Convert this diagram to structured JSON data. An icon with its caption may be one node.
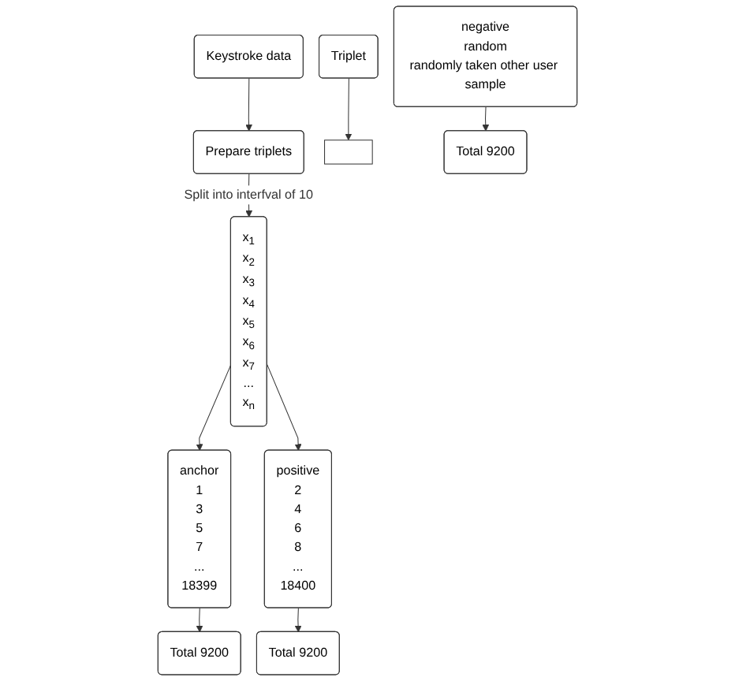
{
  "diagram": {
    "nodes": [
      {
        "text": [
          "Keystroke data"
        ]
      },
      {
        "text": [
          "Prepare triplets"
        ]
      },
      {
        "text": [
          "x$_{1}$",
          "x$_{2}$",
          "x$_{3}$",
          "x$_{4}$",
          "x$_{5}$",
          "x$_{6}$",
          "x$_{7}$",
          "...",
          "x$_{n}$"
        ]
      },
      {
        "text": [
          "anchor",
          "1",
          "3",
          "5",
          "7",
          "...",
          "18399"
        ]
      },
      {
        "text": [
          "positive",
          "2",
          "4",
          "6",
          "8",
          "...",
          "18400"
        ]
      },
      {
        "text": [
          "negative",
          "random",
          "randomly taken other user sample"
        ]
      },
      {
        "text": [],
        "shape": "box"
      },
      {
        "text": [
          "Triplet"
        ]
      },
      {
        "text": [
          "Total 9200"
        ]
      },
      {
        "text": [
          "Total 9200"
        ]
      },
      {
        "text": [
          "Total 9200"
        ]
      }
    ],
    "edges": [
      {
        "from": 0,
        "to": 1,
        "arrow": "to"
      },
      {
        "from": 1,
        "to": 2,
        "arrow": "to",
        "label": "Split into interfval of 10"
      },
      {
        "from": 2,
        "to": 3,
        "arrow": "to"
      },
      {
        "from": 2,
        "to": 4,
        "arrow": "to"
      },
      {
        "from": 7,
        "to": 6,
        "arrow": "to"
      },
      {
        "from": 3,
        "to": 8,
        "arrow": "to"
      },
      {
        "from": 4,
        "to": 9,
        "arrow": "to"
      },
      {
        "from": 5,
        "to": 10,
        "arrow": "to"
      }
    ]
  }
}
